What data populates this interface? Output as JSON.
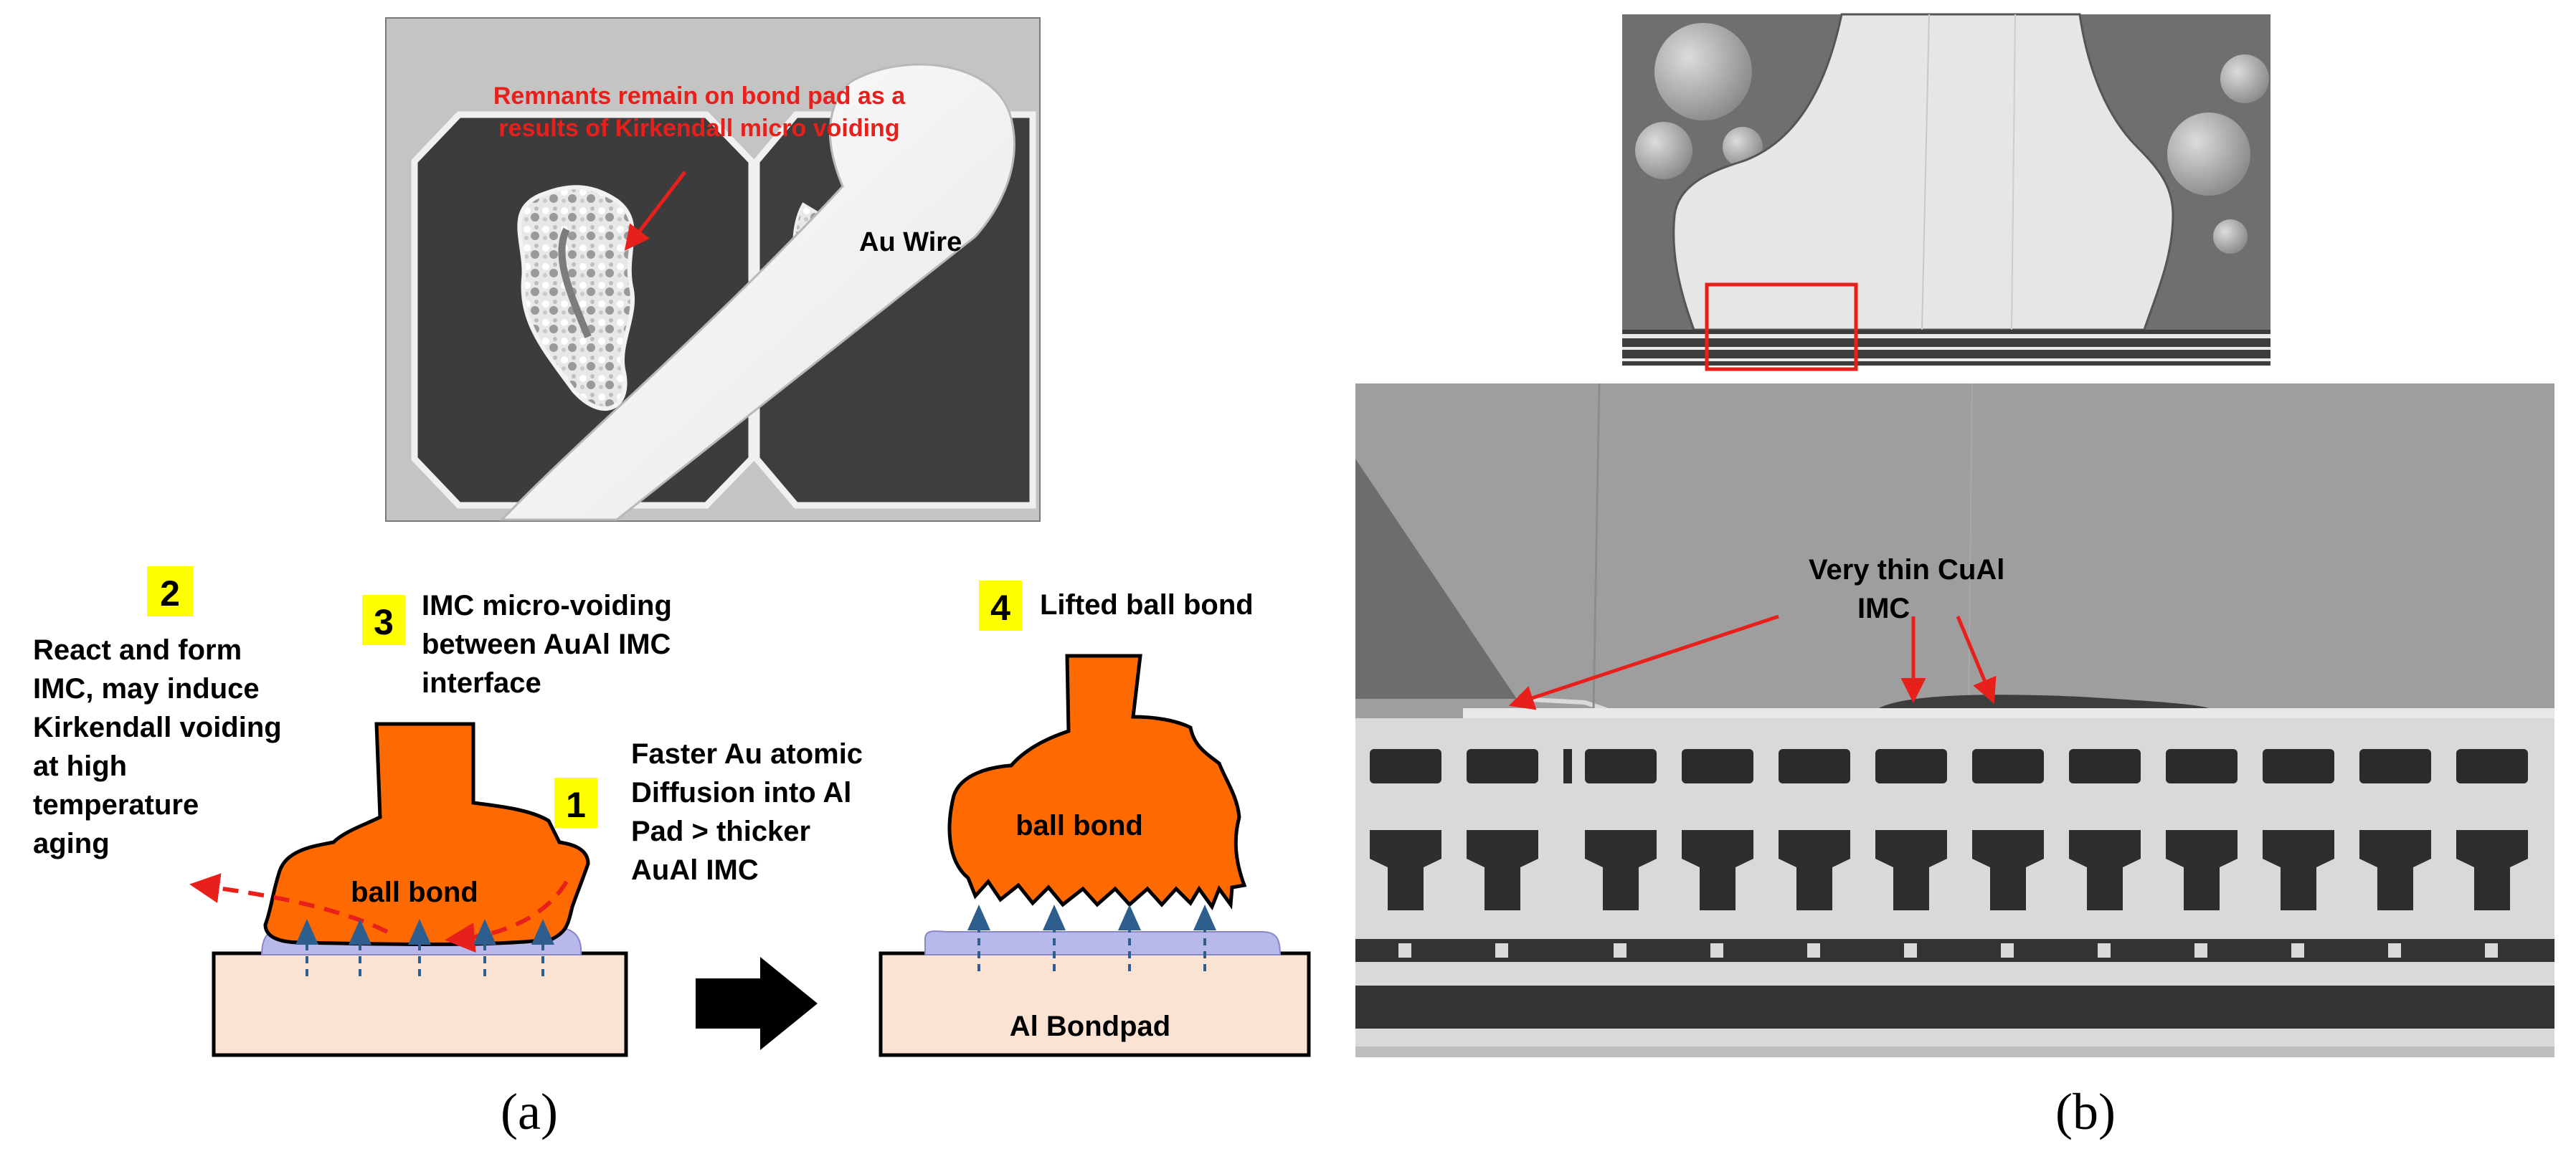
{
  "panel_a": {
    "micrograph": {
      "annotation_line1": "Remnants  remain on bond pad as a",
      "annotation_line2": "results of Kirkendall micro voiding",
      "wire_label": "Au Wire"
    },
    "steps": {
      "s1_num": "1",
      "s1_lines": [
        "Faster Au atomic",
        "Diffusion into Al",
        "Pad > thicker",
        "AuAl IMC"
      ],
      "s2_num": "2",
      "s2_lines": [
        "React and form",
        "IMC, may induce",
        "Kirkendall voiding",
        "at high",
        "temperature",
        "aging"
      ],
      "s3_num": "3",
      "s3_lines": [
        "IMC micro-voiding",
        "between AuAl IMC",
        "interface"
      ],
      "s4_num": "4",
      "s4_line": "Lifted ball bond"
    },
    "ball_bond_label": "ball bond",
    "lifted_ball_label": "ball bond",
    "pad_label": "Al Bondpad",
    "caption": "(a)"
  },
  "panel_b": {
    "label_line1": "Very thin CuAl",
    "label_line2": "IMC",
    "caption": "(b)"
  },
  "colors": {
    "annotation_red": "#e8201c",
    "ball_orange": "#ff6a00",
    "pad_fill": "#fbe3d3",
    "imc_lavender": "#b9b8ea",
    "badge_yellow": "#ffff00",
    "arrow_blue": "#2e5e8e"
  }
}
